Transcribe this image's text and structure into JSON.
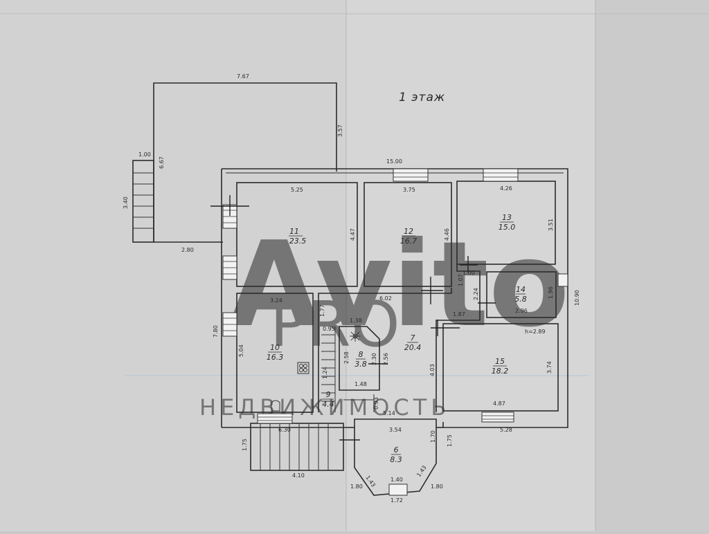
{
  "floor_title": "1 этаж",
  "ceiling_height": "h=2.89",
  "rooms": [
    {
      "id": "11",
      "number": "11",
      "area": "23.5",
      "width": "5.25",
      "depth": "4.47"
    },
    {
      "id": "12",
      "number": "12",
      "area": "16.7",
      "width": "3.75",
      "depth": "4.46"
    },
    {
      "id": "13",
      "number": "13",
      "area": "15.0",
      "width": "4.26",
      "depth": "3.51"
    },
    {
      "id": "14",
      "number": "14",
      "area": "5.8",
      "width": "2.96",
      "depth": "1.96"
    },
    {
      "id": "10",
      "number": "10",
      "area": "16.3",
      "width": "3.24",
      "depth": "5.04"
    },
    {
      "id": "7",
      "number": "7",
      "area": "20.4",
      "width": "6.02",
      "depth": "4.03"
    },
    {
      "id": "8",
      "number": "8",
      "area": "3.8",
      "width": "1.48",
      "depth": "2.58"
    },
    {
      "id": "9",
      "number": "9",
      "area": "4.4"
    },
    {
      "id": "15",
      "number": "15",
      "area": "18.2",
      "width": "4.87",
      "depth": "3.74"
    },
    {
      "id": "6",
      "number": "6",
      "area": "8.3",
      "width": "3.54",
      "depth": "1.70"
    }
  ],
  "dimensions": {
    "porch_top": "7.67",
    "porch_right": "3.57",
    "porch_left": "6.67",
    "porch_bottom": "2.80",
    "step_width": "1.00",
    "step_length": "3.40",
    "house_width": "15.00",
    "house_depth": "10.90",
    "left_depth": "7.80",
    "hall_1_77": "1.77",
    "hall_0_95": "0.95",
    "hall_1_38": "1.38",
    "hall_1_24": "1.24",
    "hall_2_30": "2.30",
    "hall_2_56": "2.56",
    "hall_0_93": "0.93",
    "hall_5_14": "5.14",
    "corr_1_00": "1.00",
    "corr_1_07": "1.07",
    "corr_2_24": "2.24",
    "corr_1_87": "1.87",
    "bottom_5_28": "5.28",
    "bottom_6_30": "6.30",
    "bottom_1_75_left": "1.75",
    "bottom_1_75_right": "1.75",
    "bottom_4_10": "4.10",
    "bay_1_43_left": "1.43",
    "bay_1_43_right": "1.43",
    "bay_1_40": "1.40",
    "bay_1_80_left": "1.80",
    "bay_1_80_right": "1.80",
    "bay_1_72": "1.72"
  },
  "watermark": {
    "brand": "Avito",
    "sub": "PRO",
    "caption": "НЕДВИЖИМОСТЬ"
  },
  "colors": {
    "paper": "#d4d4d4",
    "line": "#2b2b2b",
    "watermark": "#e8e8e8"
  }
}
